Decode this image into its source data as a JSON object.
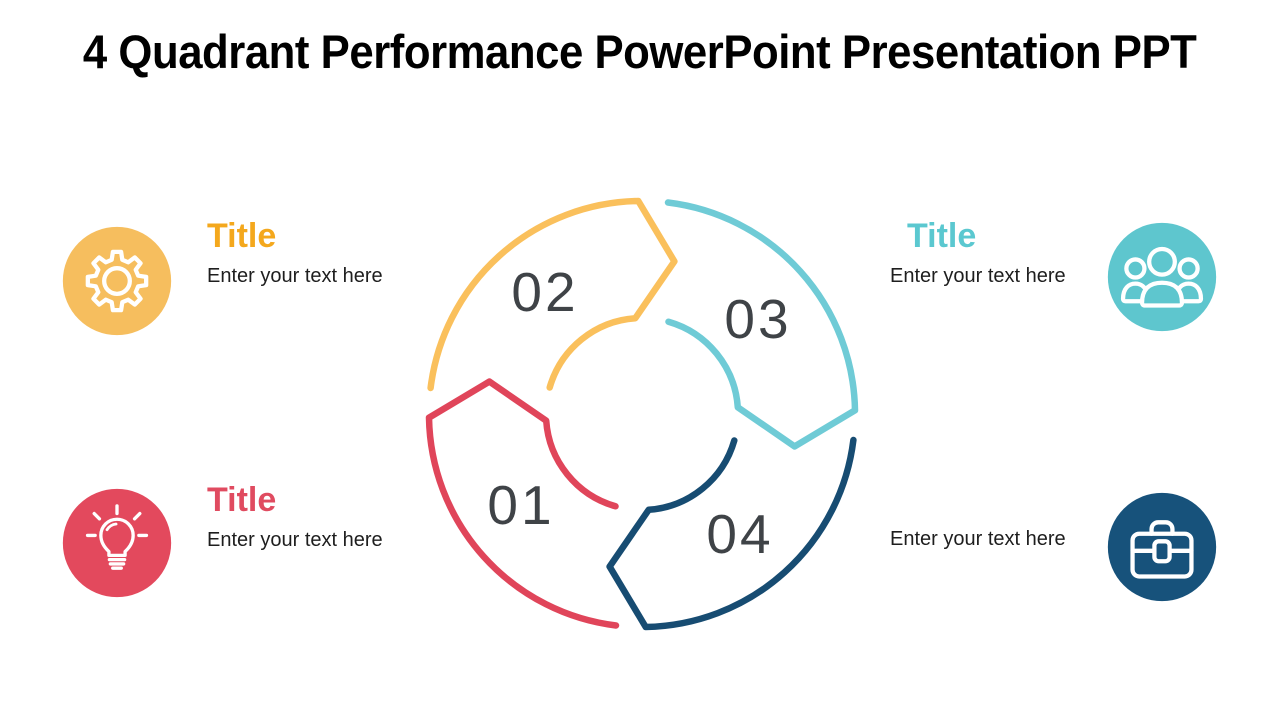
{
  "slide": {
    "title": "4 Quadrant Performance PowerPoint Presentation PPT",
    "title_color": "#000000",
    "background": "#FFFFFF"
  },
  "diagram": {
    "type": "4-step-cycle",
    "number_color": "#3F4347",
    "steps": [
      {
        "number": "01",
        "position": "bottom-left",
        "color": "#E0455A"
      },
      {
        "number": "02",
        "position": "top-left",
        "color": "#FAC05C"
      },
      {
        "number": "03",
        "position": "top-right",
        "color": "#6FCBD6"
      },
      {
        "number": "04",
        "position": "bottom-right",
        "color": "#174C72"
      }
    ]
  },
  "sections": [
    {
      "position": "top-left",
      "icon": "gear-icon",
      "icon_bg": "#F6BE5E",
      "title": "Title",
      "title_color": "#F4A81D",
      "body": "Enter your text here"
    },
    {
      "position": "top-right",
      "icon": "team-icon",
      "icon_bg": "#5EC6CE",
      "title": "Title",
      "title_color": "#5BC8D0",
      "body": "Enter your text here"
    },
    {
      "position": "bottom-left",
      "icon": "lightbulb-icon",
      "icon_bg": "#E3495D",
      "title": "Title",
      "title_color": "#E04B60",
      "body": "Enter your text here"
    },
    {
      "position": "bottom-right",
      "icon": "briefcase-icon",
      "icon_bg": "#17527B",
      "title": "",
      "body": "Enter your text here"
    }
  ],
  "body_text_color": "#1E1E1E"
}
